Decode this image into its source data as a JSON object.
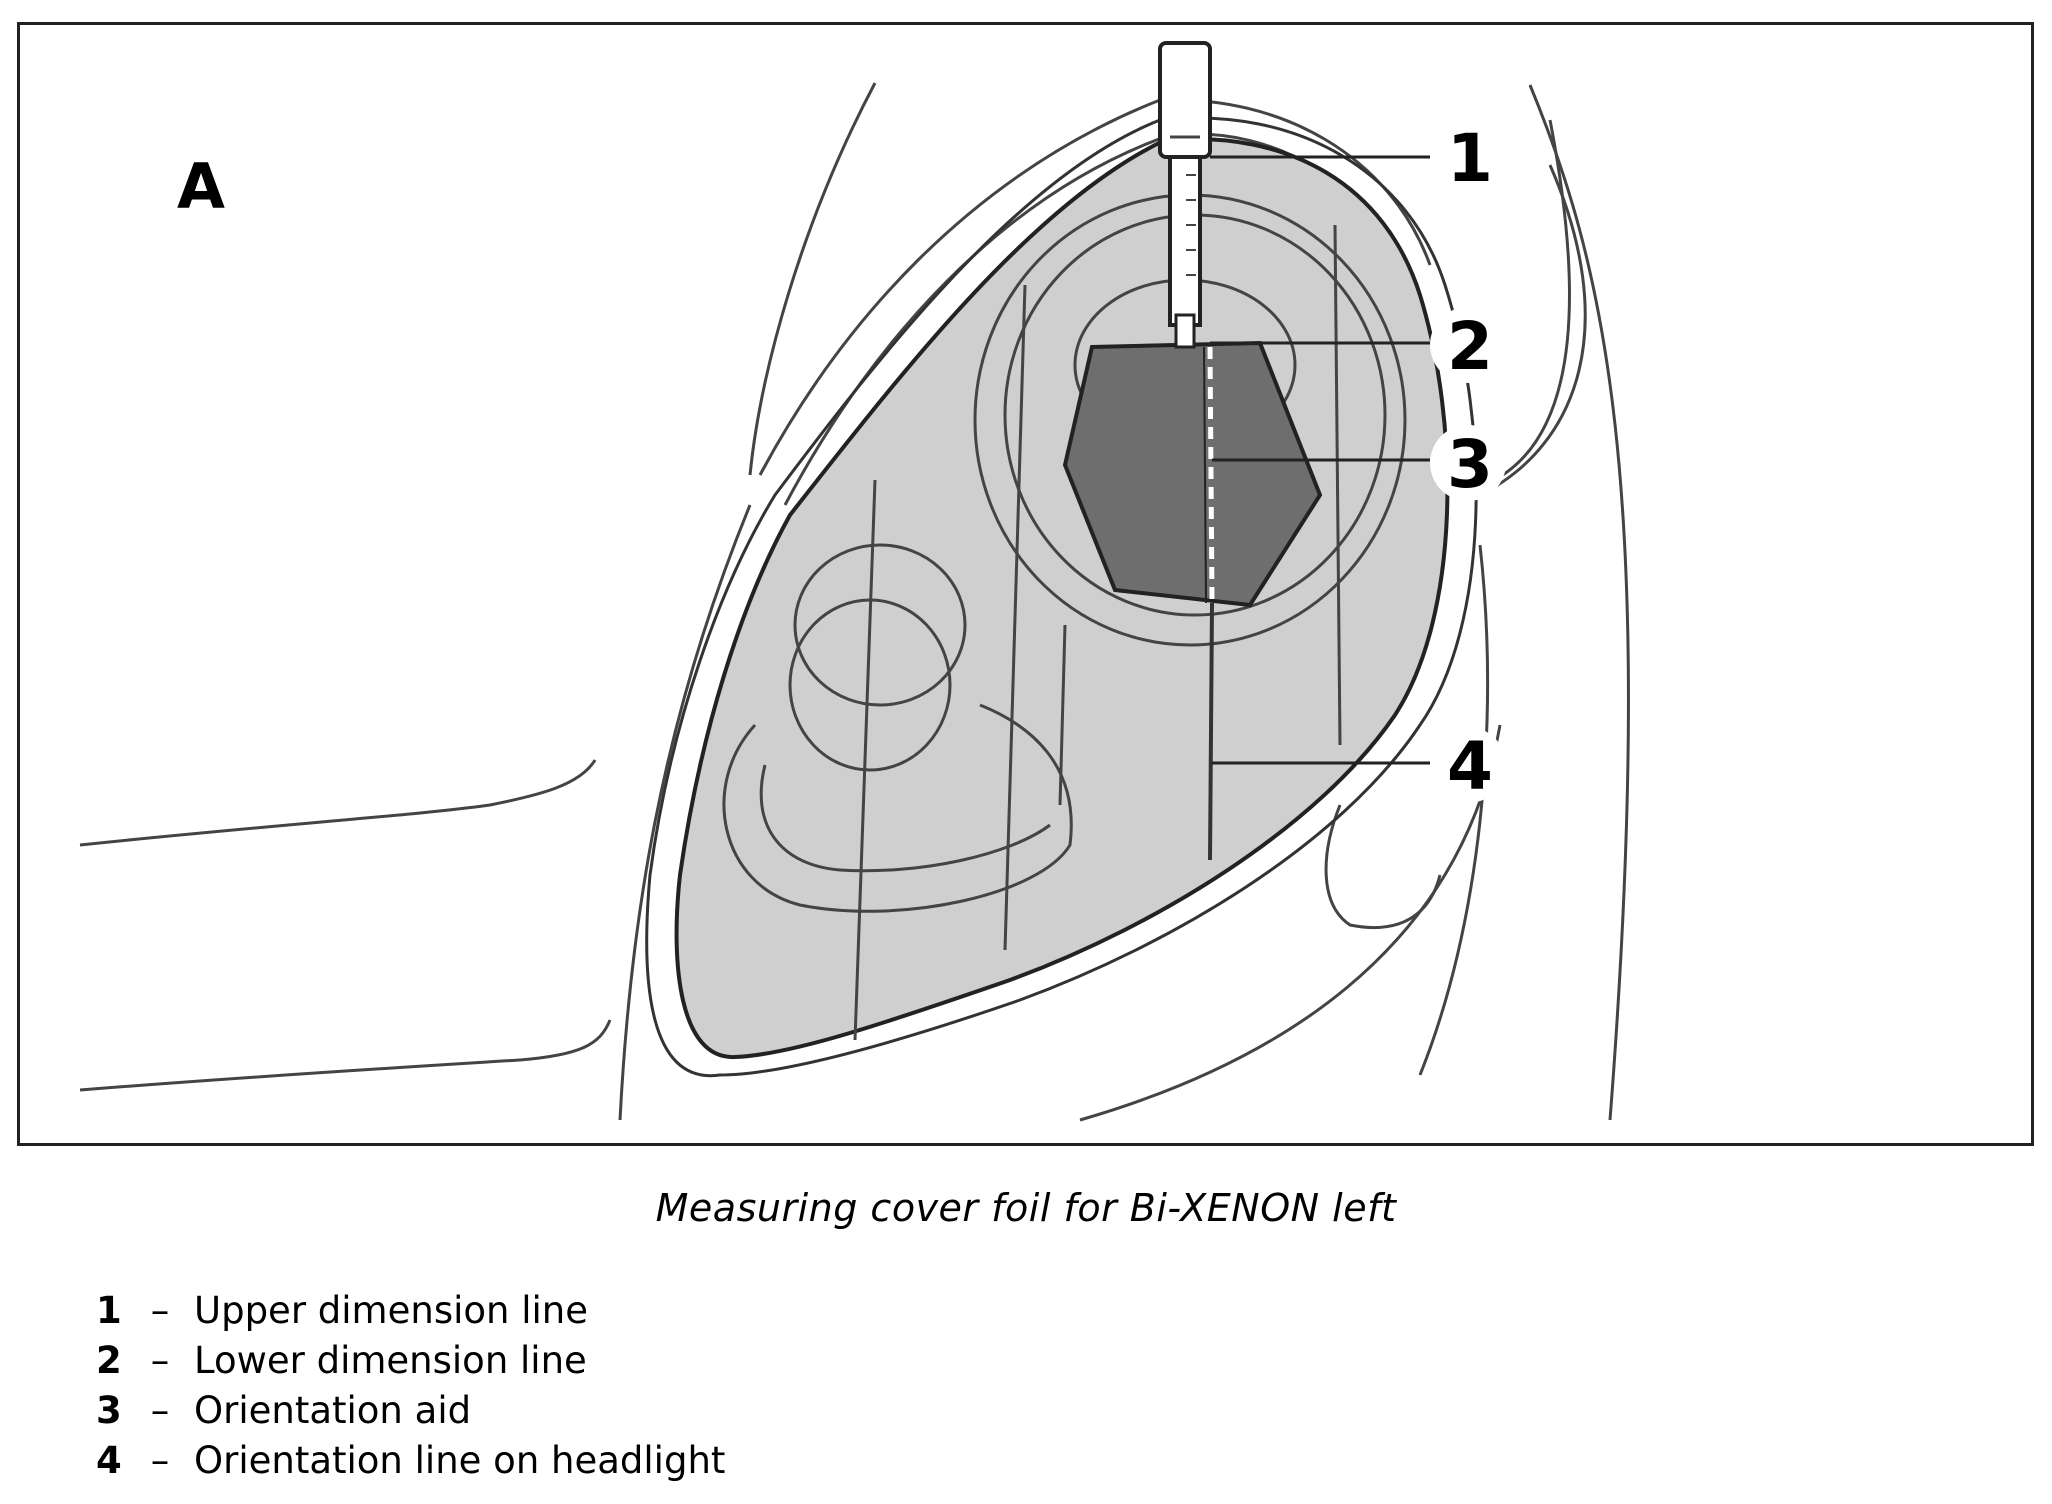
{
  "figure": {
    "panel_letter": "A",
    "callouts": [
      "1",
      "2",
      "3",
      "4"
    ]
  },
  "caption": "Measuring cover foil for Bi-XENON left",
  "legend": [
    {
      "num": "1",
      "dash": "–",
      "label": "Upper dimension line"
    },
    {
      "num": "2",
      "dash": "–",
      "label": "Lower dimension line"
    },
    {
      "num": "3",
      "dash": "–",
      "label": "Orientation aid"
    },
    {
      "num": "4",
      "dash": "–",
      "label": "Orientation line on headlight"
    }
  ],
  "colors": {
    "headlight_fill": "#cfcfcf",
    "foil_fill": "#6e6e6e",
    "line": "#222222"
  }
}
